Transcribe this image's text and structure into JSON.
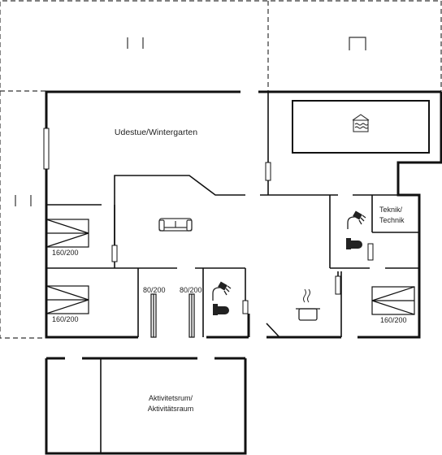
{
  "rooms": {
    "sunroom": "Udestue/Wintergarten",
    "technik_line1": "Teknik/",
    "technik_line2": "Technik",
    "activity_line1": "Aktivitetsrum/",
    "activity_line2": "Aktivitätsraum"
  },
  "beds": {
    "bed_left_top": "160/200",
    "bed_left_bottom": "160/200",
    "bed_right": "160/200",
    "bunk_a": "80/200",
    "bunk_b": "80/200"
  },
  "icons": [
    "pool-icon",
    "sofa-icon",
    "shower-icon",
    "toilet-icon",
    "stove-pot-icon",
    "bed-icon"
  ],
  "colors": {
    "wall": "#111111",
    "dashed": "#333333",
    "fixture": "#333333"
  }
}
